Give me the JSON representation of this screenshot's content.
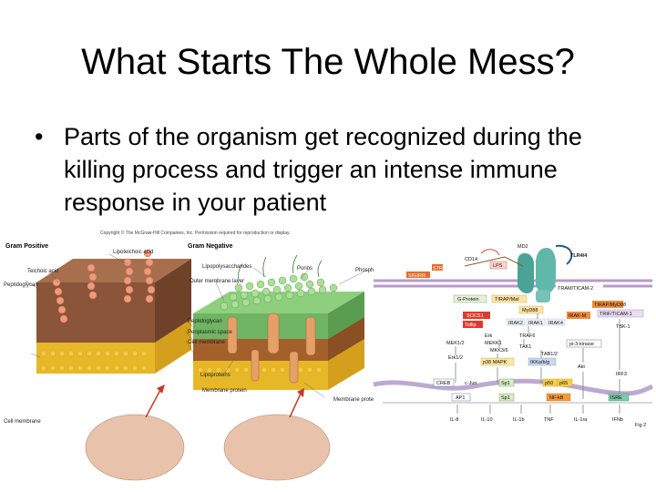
{
  "slide": {
    "title": "What Starts The Whole Mess?",
    "bullet_marker": "•",
    "bullets": [
      "Parts of the organism get recognized during the killing process and trigger an intense immune response in your patient"
    ]
  },
  "cellwall_figure": {
    "copyright": "Copyright © The McGraw-Hill Companies, Inc. Permission required for reproduction or display.",
    "gram_positive": "Gram Positive",
    "gram_negative": "Gram Negative",
    "labels": {
      "lipoteichoic_acid": "Lipoteichoic acid",
      "teichoic_acid": "Teichoic acid",
      "peptidoglycan": "Peptidoglycan",
      "cell_membrane": "Cell membrane",
      "lipopolysaccharides": "Lipopolysaccharides",
      "porins": "Porins",
      "phospholipids": "Phospholipids",
      "outer_membrane_layer": "Outer membrane layer",
      "peptidoglycan_2": "Peptidoglycan",
      "periplasmic_space": "Periplasmic space",
      "cell_membrane_2": "Cell membrane",
      "lipoproteins": "Lipoproteins",
      "membrane_protein": "Membrane protein",
      "membrane_protein_2": "Membrane protein"
    }
  },
  "pathway_figure": {
    "receptors": [
      "MD2",
      "TLR4/4",
      "CD14",
      "LPS",
      "STRA",
      "SIGIRR"
    ],
    "adaptors": [
      "TRAM/TICAM-2",
      "G-Protein",
      "TIRAP/Mal",
      "MyD88",
      "TIRAP/MyD88",
      "IRAK-M",
      "TRIF/TICAM-1",
      "SOCS1",
      "Tollip",
      "TBK-1"
    ],
    "kinases": [
      "IRAK2",
      "IRAK1",
      "IRAK4",
      "Erk",
      "TRAF6",
      "MEK1/2",
      "MEKK1",
      "TAK1",
      "TAB1/2",
      "pi-3-kinase",
      "MKK3/6",
      "Erk1/2",
      "p38 MAPK",
      "IKKa/b/g",
      "Akt",
      "IRF3"
    ],
    "factors": [
      "CREB",
      "c-Jun",
      "Sp1",
      "p50",
      "p65",
      "AP1",
      "Sp1",
      "NF-kB",
      "ISRE"
    ],
    "outputs": [
      "IL-8",
      "IL-10",
      "IL-1b",
      "TNF",
      "IL-1ra",
      "IFNb"
    ],
    "fig_label": "Fig 2"
  }
}
